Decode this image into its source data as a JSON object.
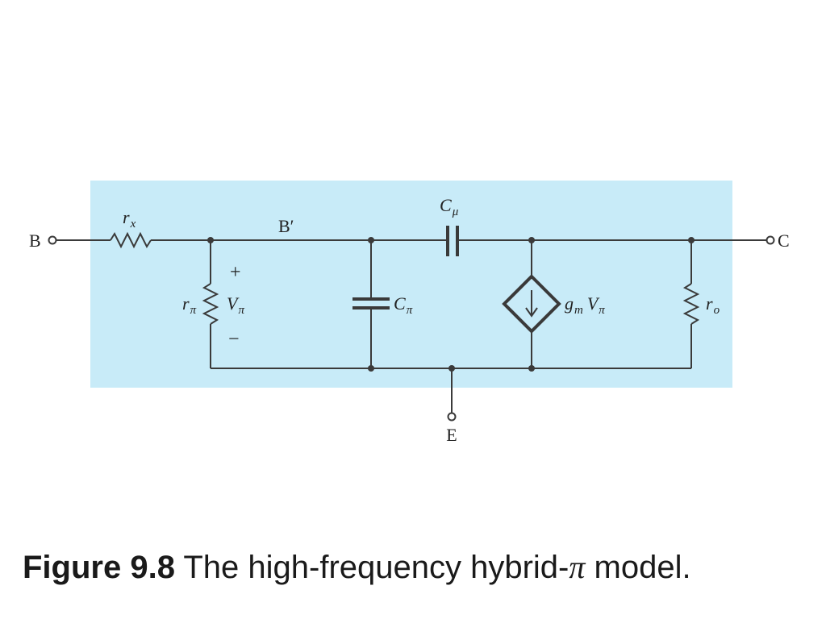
{
  "colors": {
    "panel": "#c8ebf8",
    "wire": "#3a3a3a"
  },
  "terminals": {
    "base": "B",
    "collector": "C",
    "emitter": "E",
    "internal_base": "B′"
  },
  "components": {
    "rx": {
      "main": "r",
      "sub": "x"
    },
    "rpi": {
      "main": "r",
      "sub": "π"
    },
    "vpi": {
      "main": "V",
      "sub": "π"
    },
    "vpi_plus": "+",
    "vpi_minus": "−",
    "cpi": {
      "main": "C",
      "sub": "π"
    },
    "cmu": {
      "main": "C",
      "sub": "μ"
    },
    "gm": {
      "main": "g",
      "sub": "m",
      "v": "V",
      "vsub": "π"
    },
    "ro": {
      "main": "r",
      "sub": "o"
    }
  },
  "caption": {
    "number": "Figure 9.8",
    "text_before": " The high-frequency hybrid-",
    "pi": "π",
    "text_after": " model."
  }
}
